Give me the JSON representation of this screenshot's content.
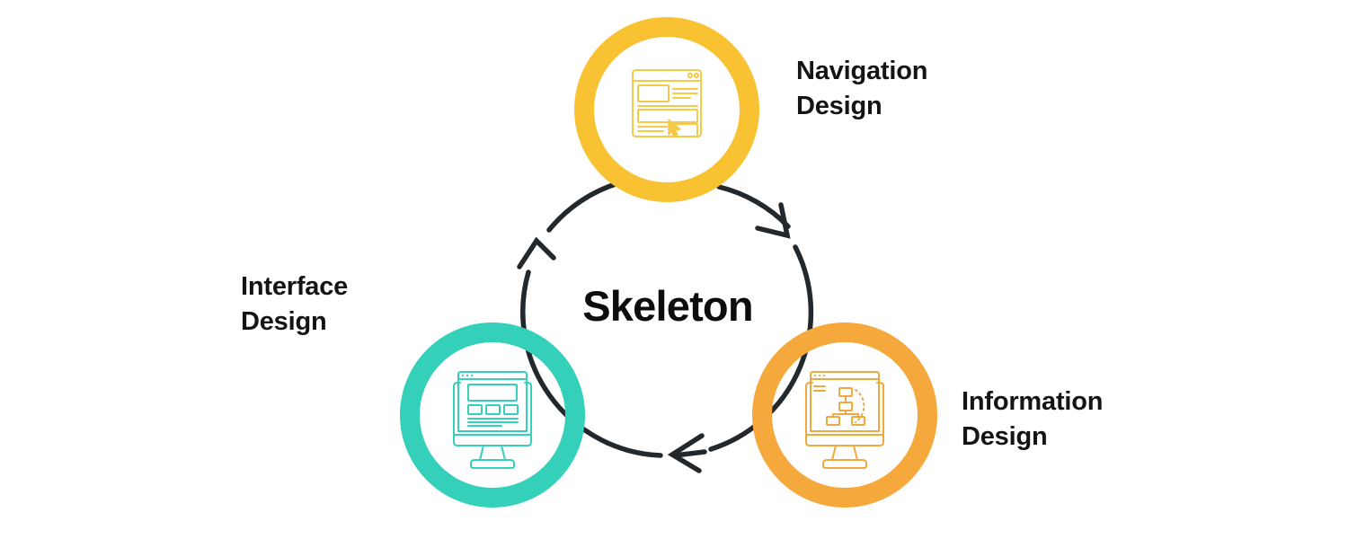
{
  "diagram": {
    "center_label": "Skeleton",
    "flow_direction": "clockwise",
    "background_color": "#ffffff",
    "arrow_color": "#23282d",
    "text_color": "#141414"
  },
  "nodes": [
    {
      "id": "navigation",
      "label": "Navigation\nDesign",
      "ring_color": "#F9C233",
      "icon_color": "#F7C948",
      "icon_name": "browser-window-cursor-icon",
      "position": "top"
    },
    {
      "id": "information",
      "label": "Information\nDesign",
      "ring_color": "#F5A93C",
      "icon_color": "#F0A93E",
      "icon_name": "monitor-sitemap-icon",
      "position": "bottom-right"
    },
    {
      "id": "interface",
      "label": "Interface\nDesign",
      "ring_color": "#35D0BA",
      "icon_color": "#35D0BA",
      "icon_name": "monitor-wireframe-icon",
      "position": "bottom-left"
    }
  ]
}
